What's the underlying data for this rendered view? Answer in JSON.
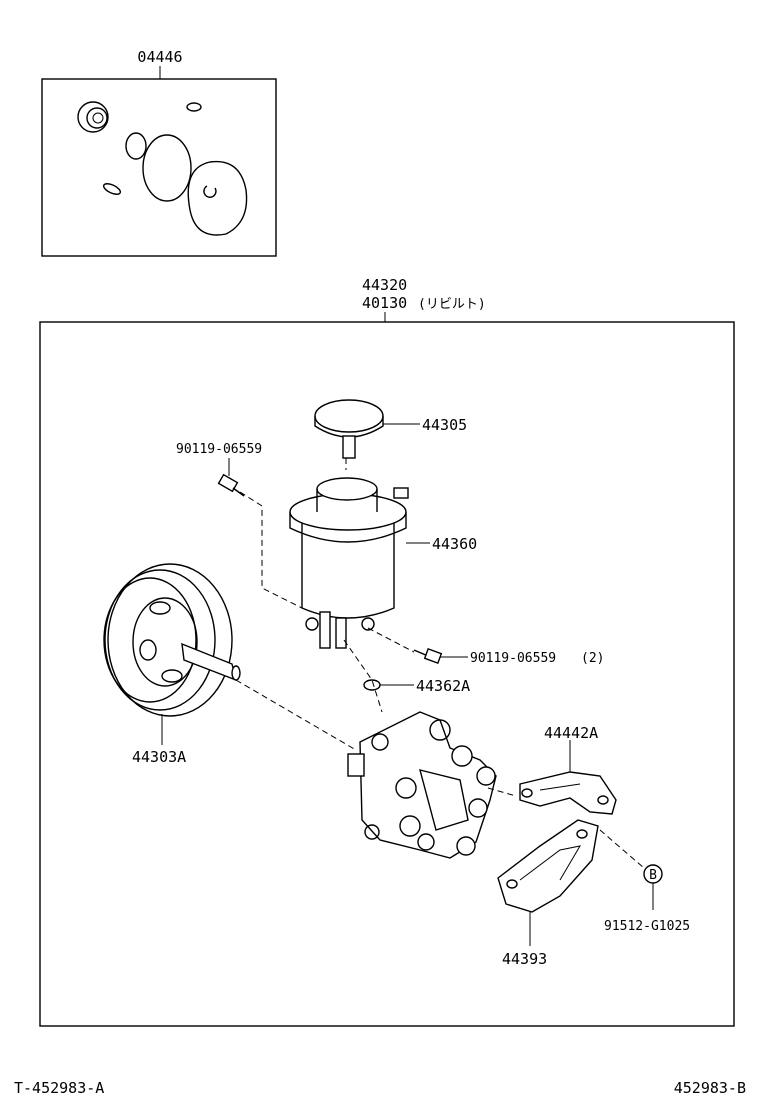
{
  "kit_label": "04446",
  "assembly": {
    "part_number": "44320",
    "rebuilt_part_number": "40130",
    "rebuilt_note": "(リビルト)"
  },
  "callouts": {
    "reservoir_cap": "44305",
    "bolt_upper": "90119-06559",
    "reservoir": "44360",
    "bolt_lower": "90119-06559",
    "bolt_lower_qty": "(2)",
    "o_ring": "44362A",
    "pulley": "44303A",
    "bracket_upper": "44442A",
    "bracket_lower": "44393",
    "ref_marker": "B",
    "bolt_bracket": "91512-G1025"
  },
  "footer": {
    "left_code": "T-452983-A",
    "right_code": "452983-B"
  }
}
